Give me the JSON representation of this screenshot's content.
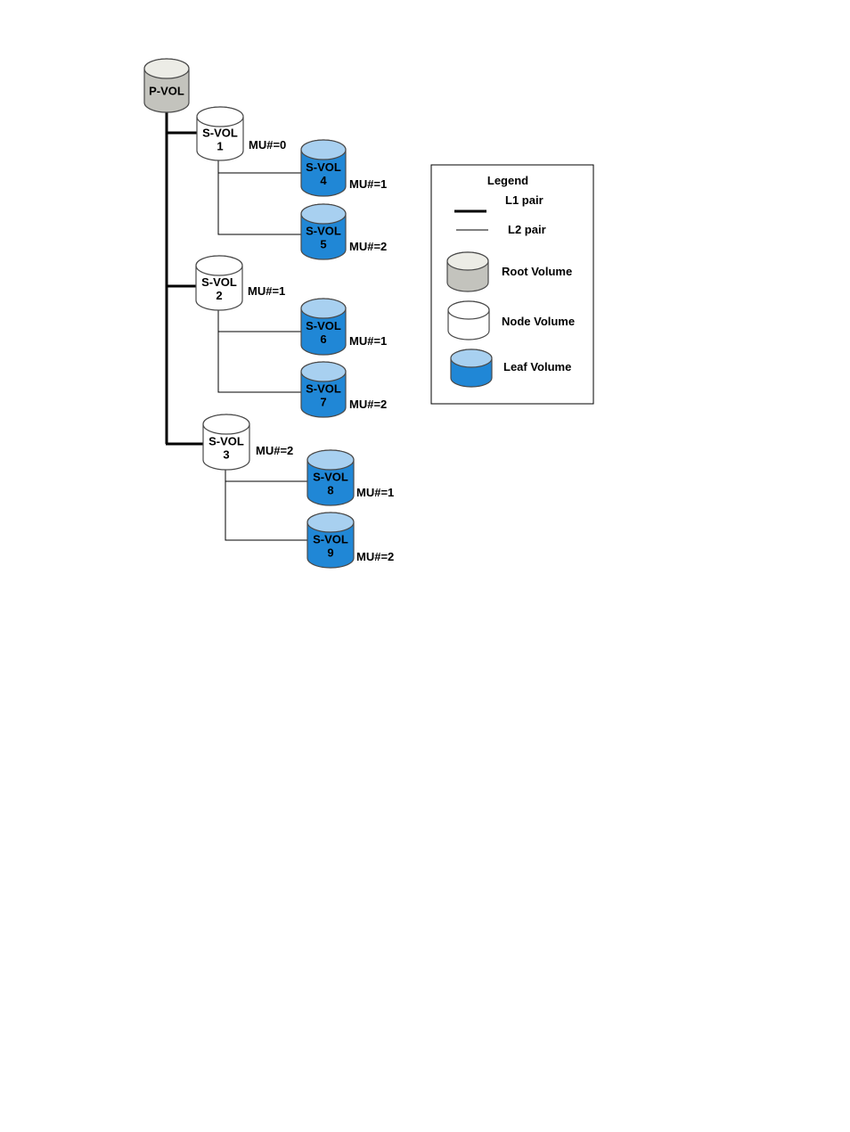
{
  "colors": {
    "root_body": "#c3c3bd",
    "root_top": "#ecece6",
    "node_body": "#ffffff",
    "node_top": "#ffffff",
    "leaf_body": "#2087d6",
    "leaf_top": "#a8d0f0",
    "outline": "#4a4a4a",
    "line": "#000000"
  },
  "volumes": {
    "p_vol": {
      "line1": "P-VOL",
      "line2": ""
    },
    "s_vol_1": {
      "line1": "S-VOL",
      "line2": "1",
      "mu": "MU#=0"
    },
    "s_vol_2": {
      "line1": "S-VOL",
      "line2": "2",
      "mu": "MU#=1"
    },
    "s_vol_3": {
      "line1": "S-VOL",
      "line2": "3",
      "mu": "MU#=2"
    },
    "s_vol_4": {
      "line1": "S-VOL",
      "line2": "4",
      "mu": "MU#=1"
    },
    "s_vol_5": {
      "line1": "S-VOL",
      "line2": "5",
      "mu": "MU#=2"
    },
    "s_vol_6": {
      "line1": "S-VOL",
      "line2": "6",
      "mu": "MU#=1"
    },
    "s_vol_7": {
      "line1": "S-VOL",
      "line2": "7",
      "mu": "MU#=2"
    },
    "s_vol_8": {
      "line1": "S-VOL",
      "line2": "8",
      "mu": "MU#=1"
    },
    "s_vol_9": {
      "line1": "S-VOL",
      "line2": "9",
      "mu": "MU#=2"
    }
  },
  "legend": {
    "title": "Legend",
    "l1_pair": "L1 pair",
    "l2_pair": "L2 pair",
    "root_volume": "Root Volume",
    "node_volume": "Node Volume",
    "leaf_volume": "Leaf Volume"
  }
}
